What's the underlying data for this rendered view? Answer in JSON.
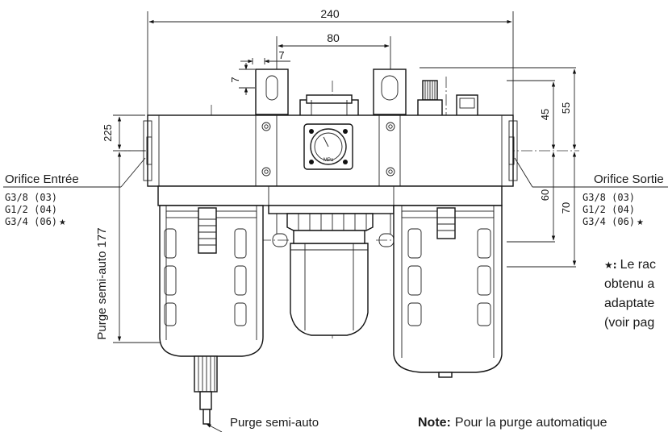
{
  "dimensions": {
    "overall_width": "240",
    "center_distance": "80",
    "slot_width": "7",
    "slot_height": "7",
    "left_height": "225",
    "right_upper": "45",
    "right_upper_total": "55",
    "right_lower": "60",
    "right_lower_total": "70"
  },
  "inlet": {
    "title": "Orifice Entrée",
    "threads": [
      "G3/8 (03)",
      "G1/2 (04)",
      "G3/4 (06)"
    ],
    "star": "★"
  },
  "outlet": {
    "title": "Orifice Sortie",
    "threads": [
      "G3/8 (03)",
      "G1/2 (04)",
      "G3/4 (06)"
    ],
    "star": "★"
  },
  "footnote": {
    "mark": "★:",
    "lines": [
      "Le rac",
      "obtenu a",
      "adaptate",
      "(voir pag"
    ]
  },
  "vertical_label": "Purge semi-auto 177",
  "drain_label": "Purge semi-auto",
  "note": {
    "prefix": "Note:",
    "text": "Pour la purge automatique"
  },
  "gauge_unit": "MPa"
}
